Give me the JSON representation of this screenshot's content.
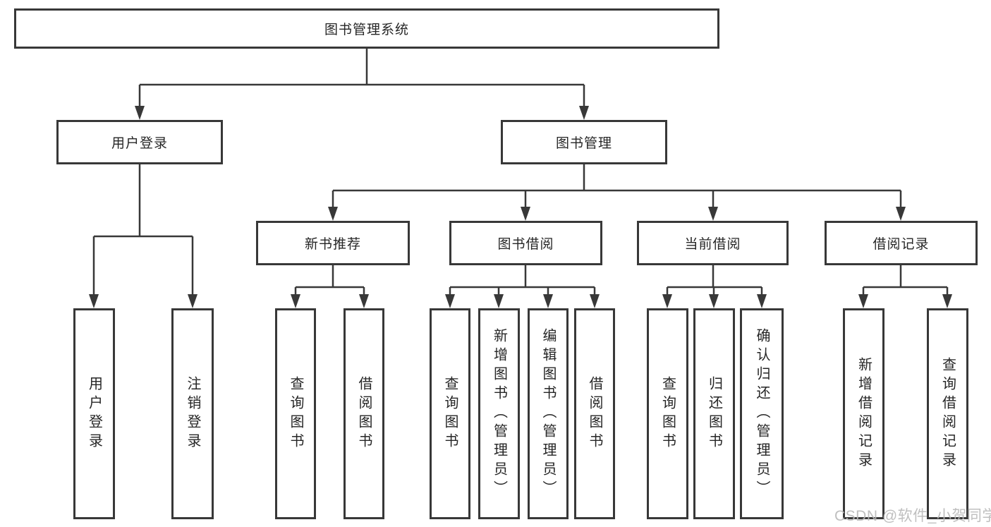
{
  "colors": {
    "line": "#383838",
    "text": "#262626",
    "background": "#ffffff",
    "watermark": "#b9b9b9"
  },
  "watermark": "CSDN @软件_小贺同学",
  "tree": {
    "root": "图书管理系统",
    "children": [
      {
        "label": "用户登录",
        "children": [
          "用户登录",
          "注销登录"
        ]
      },
      {
        "label": "图书管理",
        "children": [
          {
            "label": "新书推荐",
            "children": [
              "查询图书",
              "借阅图书"
            ]
          },
          {
            "label": "图书借阅",
            "children": [
              "查询图书",
              "新增图书（管理员）",
              "编辑图书（管理员）",
              "借阅图书"
            ]
          },
          {
            "label": "当前借阅",
            "children": [
              "查询图书",
              "归还图书",
              "确认归还（管理员）"
            ]
          },
          {
            "label": "借阅记录",
            "children": [
              "新增借阅记录",
              "查询借阅记录"
            ]
          }
        ]
      }
    ]
  }
}
